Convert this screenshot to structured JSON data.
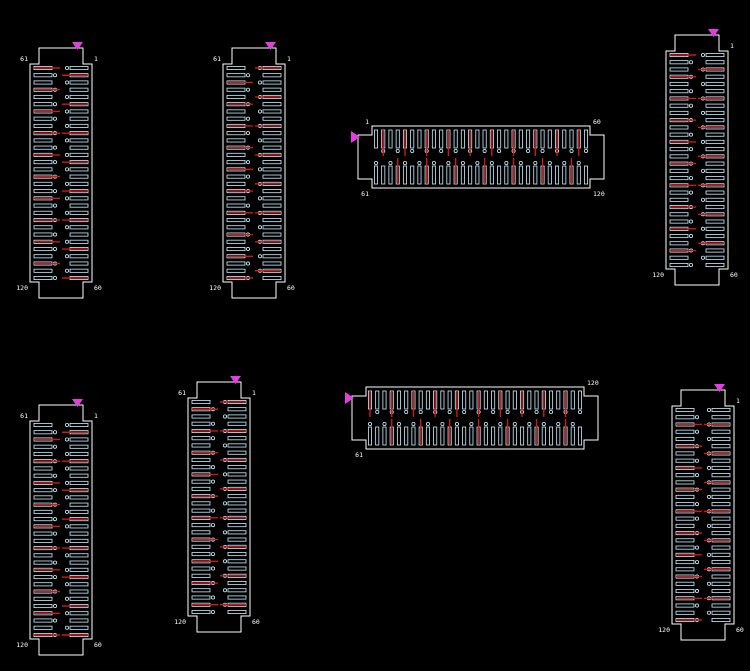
{
  "colors": {
    "background": "#000000",
    "outline": "#ffffff",
    "pad": "#c8f0ff",
    "trace": "#d01818",
    "pin1_marker": "#e23ee3",
    "label": "#ffffff"
  },
  "footprint": {
    "rows": 30,
    "pins_total": 120,
    "row_a_first": "1",
    "row_a_last": "60",
    "row_b_first": "61",
    "row_b_last": "120"
  },
  "connectors": [
    {
      "id": "c1",
      "orientation": "vertical",
      "marker": "top-right",
      "labels": {
        "top_left": "61",
        "top_right": "1",
        "bottom_left": "120",
        "bottom_right": "60"
      }
    },
    {
      "id": "c2",
      "orientation": "vertical",
      "marker": "top-right",
      "labels": {
        "top_left": "61",
        "top_right": "1",
        "bottom_left": "120",
        "bottom_right": "60"
      }
    },
    {
      "id": "c3",
      "orientation": "horizontal",
      "marker": "top-left",
      "labels": {
        "top_left": "1",
        "top_right": "60",
        "bottom_left": "61",
        "bottom_right": "120"
      }
    },
    {
      "id": "c4",
      "orientation": "vertical",
      "marker": "top-right",
      "labels": {
        "top_left": "",
        "top_right": "1",
        "bottom_left": "120",
        "bottom_right": "60"
      }
    },
    {
      "id": "c5",
      "orientation": "vertical",
      "marker": "top-right",
      "labels": {
        "top_left": "61",
        "top_right": "1",
        "bottom_left": "120",
        "bottom_right": "60"
      }
    },
    {
      "id": "c6",
      "orientation": "vertical",
      "marker": "top-right",
      "labels": {
        "top_left": "61",
        "top_right": "1",
        "bottom_left": "120",
        "bottom_right": "60"
      }
    },
    {
      "id": "c7",
      "orientation": "horizontal",
      "marker": "top-left",
      "labels": {
        "top_left": "",
        "top_right": "120",
        "bottom_left": "61",
        "bottom_right": ""
      }
    },
    {
      "id": "c8",
      "orientation": "vertical",
      "marker": "top-right",
      "labels": {
        "top_left": "",
        "top_right": "1",
        "bottom_left": "120",
        "bottom_right": "60"
      }
    }
  ]
}
